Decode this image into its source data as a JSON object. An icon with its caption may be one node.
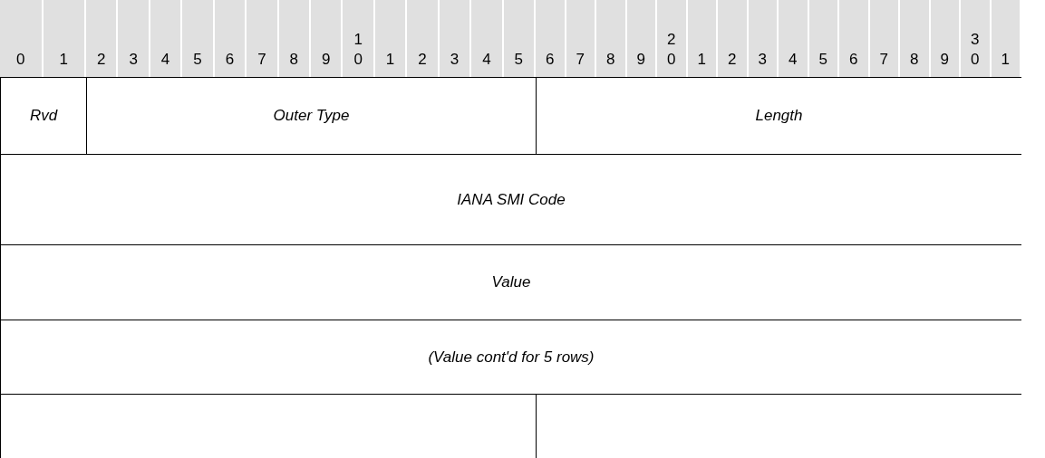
{
  "diagram": {
    "nodes": [
      {
        "text": [
          "Rvd"
        ]
      },
      {
        "text": [
          "Outer Type"
        ]
      },
      {
        "text": [
          "Length"
        ]
      },
      {
        "text": [
          "IANA SMI Code"
        ]
      },
      {
        "text": [
          "Value"
        ]
      },
      {
        "text": [
          "(Value cont'd for 5 rows)"
        ]
      },
      {
        "text": [],
        "shape": "box"
      },
      {
        "text": [],
        "shape": "box"
      }
    ],
    "labels": [
      "0",
      "1",
      "2",
      "3",
      "4",
      "5",
      "6",
      "7",
      "8",
      "9",
      "10",
      "1",
      "2",
      "3",
      "4",
      "5",
      "6",
      "7",
      "8",
      "9",
      "20",
      "1",
      "2",
      "3",
      "4",
      "5",
      "6",
      "7",
      "8",
      "9",
      "30",
      "1"
    ]
  }
}
